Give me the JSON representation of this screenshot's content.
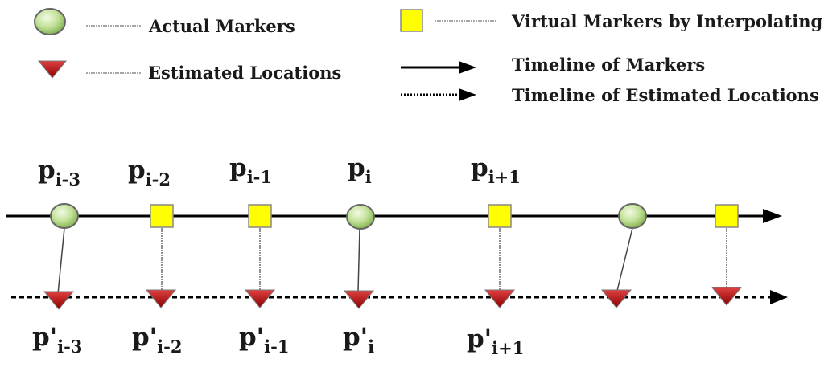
{
  "legend": {
    "actual_markers": "Actual Markers",
    "estimated_locations": "Estimated Locations",
    "virtual_markers": "Virtual Markers by Interpolating",
    "timeline_markers": "Timeline of Markers",
    "timeline_estimated": "Timeline of Estimated Locations"
  },
  "top_labels": [
    {
      "base": "p",
      "sub": "i-3"
    },
    {
      "base": "p",
      "sub": "i-2"
    },
    {
      "base": "p",
      "sub": "i-1"
    },
    {
      "base": "p",
      "sub": "i"
    },
    {
      "base": "p",
      "sub": "i+1"
    }
  ],
  "bottom_labels": [
    {
      "base": "p'",
      "sub": "i-3"
    },
    {
      "base": "p'",
      "sub": "i-2"
    },
    {
      "base": "p'",
      "sub": "i-1"
    },
    {
      "base": "p'",
      "sub": "i"
    },
    {
      "base": "p'",
      "sub": "i+1"
    }
  ],
  "markers": [
    "actual",
    "virtual",
    "virtual",
    "actual",
    "virtual",
    "actual",
    "virtual"
  ],
  "colors": {
    "actual_fill": "#b9dc8e",
    "virtual_fill": "#ffff00",
    "estimated_fill": "#b00000",
    "line": "#000000"
  }
}
